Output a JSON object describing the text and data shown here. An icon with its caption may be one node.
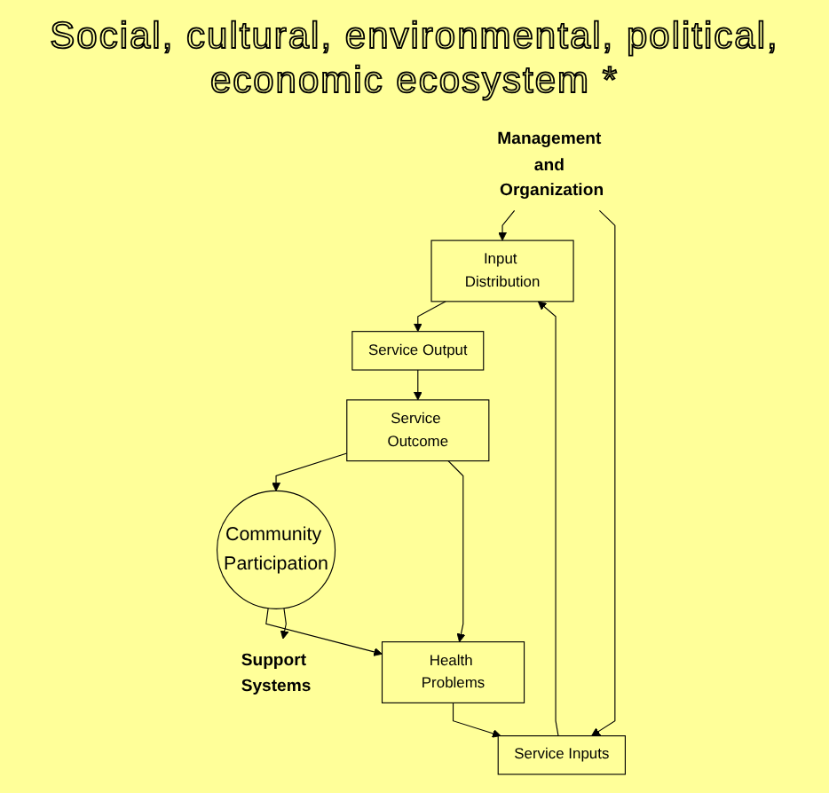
{
  "diagram": {
    "nodes": [
      {
        "text": [
          "Management and Organization"
        ]
      },
      {
        "text": [
          "Input Distribution"
        ]
      },
      {
        "text": [
          "Support Systems"
        ]
      },
      {
        "text": [
          "Service Output"
        ]
      },
      {
        "text": [
          "Service Inputs"
        ]
      },
      {
        "text": [
          "Community Participation"
        ]
      },
      {
        "text": [
          "Service Outcome"
        ]
      },
      {
        "text": [
          "Health Problems"
        ]
      }
    ],
    "edges": [
      {
        "from": 0,
        "to": 1,
        "arrow": "to"
      },
      {
        "from": 0,
        "to": 4,
        "arrow": "to"
      },
      {
        "from": 1,
        "to": 3,
        "arrow": "to"
      },
      {
        "from": 4,
        "to": 1,
        "arrow": "to"
      },
      {
        "from": 3,
        "to": 6,
        "arrow": "to"
      },
      {
        "from": 6,
        "to": 5,
        "arrow": "to"
      },
      {
        "from": 6,
        "to": 7,
        "arrow": "to"
      },
      {
        "from": 5,
        "to": 7,
        "arrow": "to"
      },
      {
        "from": 7,
        "to": 4,
        "arrow": "to"
      },
      {
        "from": 5,
        "to": 2,
        "arrow": "to"
      }
    ],
    "labels": [
      "Social, cultural, environmental, political, economic ecosystem *"
    ]
  }
}
